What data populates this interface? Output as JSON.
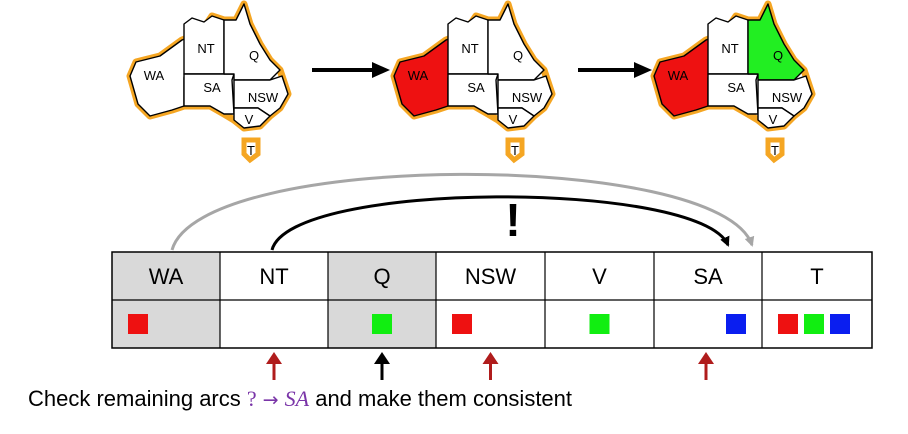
{
  "maps": [
    {
      "state_colors": {
        "WA": "#ffffff",
        "NT": "#ffffff",
        "SA": "#ffffff",
        "Q": "#ffffff",
        "NSW": "#ffffff",
        "V": "#ffffff",
        "T": "#ffffff"
      },
      "labels": {
        "WA": "WA",
        "NT": "NT",
        "SA": "SA",
        "Q": "Q",
        "NSW": "NSW",
        "V": "V",
        "T": "T"
      }
    },
    {
      "state_colors": {
        "WA": "#ee1111",
        "NT": "#ffffff",
        "SA": "#ffffff",
        "Q": "#ffffff",
        "NSW": "#ffffff",
        "V": "#ffffff",
        "T": "#ffffff"
      },
      "labels": {
        "WA": "WA",
        "NT": "NT",
        "SA": "SA",
        "Q": "Q",
        "NSW": "NSW",
        "V": "V",
        "T": "T"
      }
    },
    {
      "state_colors": {
        "WA": "#ee1111",
        "NT": "#ffffff",
        "SA": "#ffffff",
        "Q": "#22ee22",
        "NSW": "#ffffff",
        "V": "#ffffff",
        "T": "#ffffff"
      },
      "labels": {
        "WA": "WA",
        "NT": "NT",
        "SA": "SA",
        "Q": "Q",
        "NSW": "NSW",
        "V": "V",
        "T": "T"
      }
    }
  ],
  "colors": {
    "red": "#ee1111",
    "green": "#11ee11",
    "blue": "#0a1ef0",
    "outline": "#f5a623",
    "assigned_bg": "#d9d9d9",
    "gray_arc": "#a6a6a6",
    "black_arc": "#000000",
    "pointer_red": "#b01c1c"
  },
  "exclamation": "!",
  "table": {
    "columns": [
      {
        "label": "WA",
        "assigned": true,
        "domain": [
          "red"
        ]
      },
      {
        "label": "NT",
        "assigned": false,
        "domain": []
      },
      {
        "label": "Q",
        "assigned": true,
        "domain": [
          "green"
        ]
      },
      {
        "label": "NSW",
        "assigned": false,
        "domain": [
          "red"
        ]
      },
      {
        "label": "V",
        "assigned": false,
        "domain": [
          "green"
        ]
      },
      {
        "label": "SA",
        "assigned": false,
        "domain": [
          "blue"
        ]
      },
      {
        "label": "T",
        "assigned": false,
        "domain": [
          "red",
          "green",
          "blue"
        ]
      }
    ]
  },
  "arcs": [
    {
      "from": "WA",
      "to": "SA",
      "style": "gray"
    },
    {
      "from": "NT",
      "to": "SA",
      "style": "black"
    }
  ],
  "pointers": [
    {
      "column": "NT",
      "style": "red"
    },
    {
      "column": "Q",
      "style": "black"
    },
    {
      "column": "NSW",
      "style": "red"
    },
    {
      "column": "SA",
      "style": "red"
    }
  ],
  "caption": {
    "prefix": "Check remaining arcs ",
    "math_q": "?",
    "math_arrow": " → ",
    "math_var": "SA",
    "suffix": " and make them consistent"
  }
}
